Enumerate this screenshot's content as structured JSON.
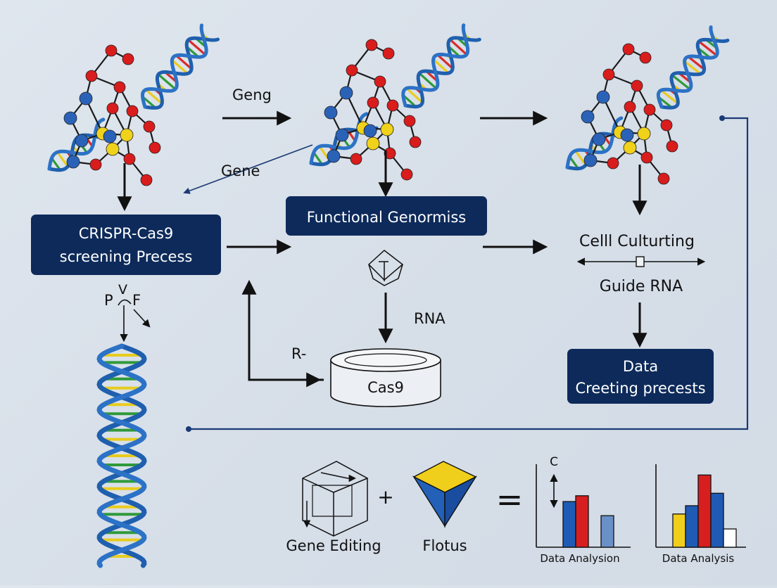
{
  "labels": {
    "geng": "Geng",
    "gene": "Gene",
    "crispr_line1": "CRISPR-Cas9",
    "crispr_line2": "screening Precess",
    "functional": "Functional Genormiss",
    "cell_culturing": "Celll Culturting",
    "guide_rna": "Guide RNA",
    "rna": "RNA",
    "r_dash": "R-",
    "cas9": "Cas9",
    "pvf_p": "P",
    "pvf_v": "V",
    "pvf_f": "F",
    "data_line1": "Data",
    "data_line2": "Creeting precests",
    "plus": "+",
    "equals": "=",
    "gene_editing": "Gene Editing",
    "flotus": "Flotus",
    "chart_c": "C",
    "data_analysion": "Data Analysion",
    "data_analysis": "Data Analysis"
  },
  "colors": {
    "navy": "#0d2a5a",
    "helix": "#1f5fae",
    "atom_red": "#d91c1c",
    "atom_blue": "#2a62b8",
    "atom_yellow": "#f0d21a",
    "rung_red": "#d92b2b",
    "rung_green": "#2f9a3a",
    "rung_yellow": "#e8cc1d",
    "bar_blue": "#1f5bb5",
    "bar_red": "#d71f1f",
    "bar_yellow": "#f0cf1c",
    "bar_lightblue": "#6a90c8"
  },
  "chart_data": [
    {
      "type": "bar",
      "title": "",
      "xlabel": "Data Analysion",
      "ylabel": "C",
      "series": [
        {
          "values": [
            0.55,
            0.62,
            0.38
          ]
        }
      ],
      "colors": [
        "#1f5bb5",
        "#d71f1f",
        "#6a90c8"
      ],
      "ylim": [
        0,
        1
      ]
    },
    {
      "type": "bar",
      "title": "",
      "xlabel": "Data Analysis",
      "ylabel": "",
      "series": [
        {
          "values": [
            0.4,
            0.5,
            0.87,
            0.65,
            0.22
          ]
        }
      ],
      "colors": [
        "#f0cf1c",
        "#1f5bb5",
        "#d71f1f",
        "#1f5bb5",
        "#ffffff"
      ],
      "ylim": [
        0,
        1
      ]
    }
  ]
}
